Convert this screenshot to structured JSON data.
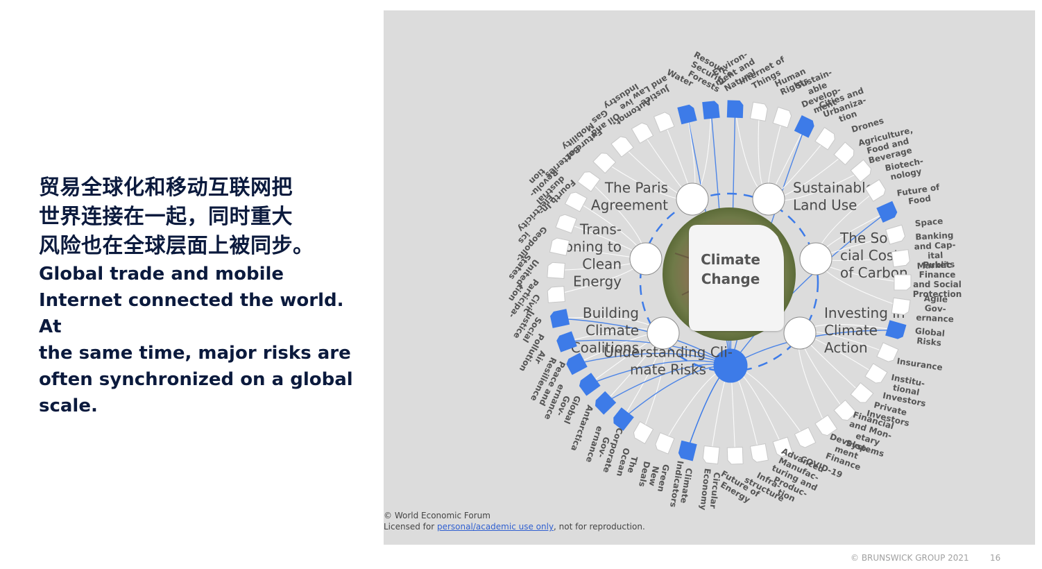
{
  "slide": {
    "title_cn": "贸易全球化和移动互联网把\n世界连接在一起，同时重大\n风险也在全球层面上被同步。",
    "subtitle_en": "Global trade and mobile\nInternet connected the world. At\nthe same time, major risks are\noften synchronized on a global\nscale.",
    "footer_copyright": "© BRUNSWICK GROUP 2021",
    "page_number": "16"
  },
  "figure": {
    "center_label": "Climate\nChange",
    "credit_line1": "© World Economic Forum",
    "credit_prefix": "Licensed for ",
    "credit_link": "personal/academic use only",
    "credit_suffix": ", not for reproduction.",
    "colors": {
      "accent": "#3d7be8",
      "inactive": "#ffffff",
      "background": "#dcdcdc"
    },
    "subtopics": [
      {
        "label": "The Paris\nAgreement",
        "active": false
      },
      {
        "label": "Sustainable\nLand Use",
        "active": false
      },
      {
        "label": "Trans-\nitioning to\nClean\nEnergy",
        "active": false
      },
      {
        "label": "The So-\ncial Cost\nof Carbon",
        "active": false
      },
      {
        "label": "Building\nClimate\nCoalitions",
        "active": false
      },
      {
        "label": "Investing in\nClimate\nAction",
        "active": false
      },
      {
        "label": "Understanding Cli-\nmate Risks",
        "active": true
      }
    ],
    "outer_topics": [
      {
        "label": "Water",
        "active": true
      },
      {
        "label": "Resource\nSecurity\nForests",
        "active": true
      },
      {
        "label": "Environ-\nment and\nNatural",
        "active": true
      },
      {
        "label": "Internet of\nThings",
        "active": false
      },
      {
        "label": "Human\nRights",
        "active": false
      },
      {
        "label": "Sustain-\nable\nDevelop-\nment",
        "active": true
      },
      {
        "label": "Cities and\nUrbaniza-\ntion",
        "active": false
      },
      {
        "label": "Drones",
        "active": false
      },
      {
        "label": "Agriculture,\nFood and\nBeverage",
        "active": false
      },
      {
        "label": "Biotech-\nnology",
        "active": false
      },
      {
        "label": "Future of\nFood",
        "active": true
      },
      {
        "label": "Space",
        "active": false
      },
      {
        "label": "Banking\nand Cap-\nital\nMarkets",
        "active": false
      },
      {
        "label": "Public\nFinance\nand Social\nProtection",
        "active": false
      },
      {
        "label": "Agile\nGov-\nernance",
        "active": false
      },
      {
        "label": "Global\nRisks",
        "active": true
      },
      {
        "label": "Insurance",
        "active": false
      },
      {
        "label": "Institu-\ntional\nInvestors",
        "active": false
      },
      {
        "label": "Private\nInvestors",
        "active": false
      },
      {
        "label": "Financial\nand Mon-\netary\nSystems",
        "active": false
      },
      {
        "label": "Develop-\nment\nFinance",
        "active": false
      },
      {
        "label": "COVID-19",
        "active": false
      },
      {
        "label": "Advanced\nManufac-\nturing and\nProduc-\ntion",
        "active": false
      },
      {
        "label": "Infra-\nstructure",
        "active": false
      },
      {
        "label": "Future of\nEnergy",
        "active": false
      },
      {
        "label": "Circular\nEconomy",
        "active": false
      },
      {
        "label": "Climate\nIndicators",
        "active": true
      },
      {
        "label": "Green\nNew\nDeals",
        "active": false
      },
      {
        "label": "The\nOcean",
        "active": false
      },
      {
        "label": "Corporate\nGov-\nernance",
        "active": true
      },
      {
        "label": "Antarctica",
        "active": true
      },
      {
        "label": "Global\nGov-\nernance",
        "active": true
      },
      {
        "label": "Peace and\nResilience",
        "active": true
      },
      {
        "label": "Air\nPollution",
        "active": true
      },
      {
        "label": "Social\nJustice",
        "active": true
      },
      {
        "label": "Civic\nParticipa-\ntion",
        "active": false
      },
      {
        "label": "United\nStates",
        "active": false
      },
      {
        "label": "Geopolit-\nics",
        "active": false
      },
      {
        "label": "Electricity",
        "active": false
      },
      {
        "label": "Fourth In-\ndustrial\nRevolu-\ntion",
        "active": false
      },
      {
        "label": "Batteries",
        "active": false
      },
      {
        "label": "Future of\nMobility",
        "active": false
      },
      {
        "label": "Oil and\nGas",
        "active": false
      },
      {
        "label": "Automot-\nive\nIndustry",
        "active": false
      },
      {
        "label": "Justice\nand Law",
        "active": false
      }
    ]
  }
}
